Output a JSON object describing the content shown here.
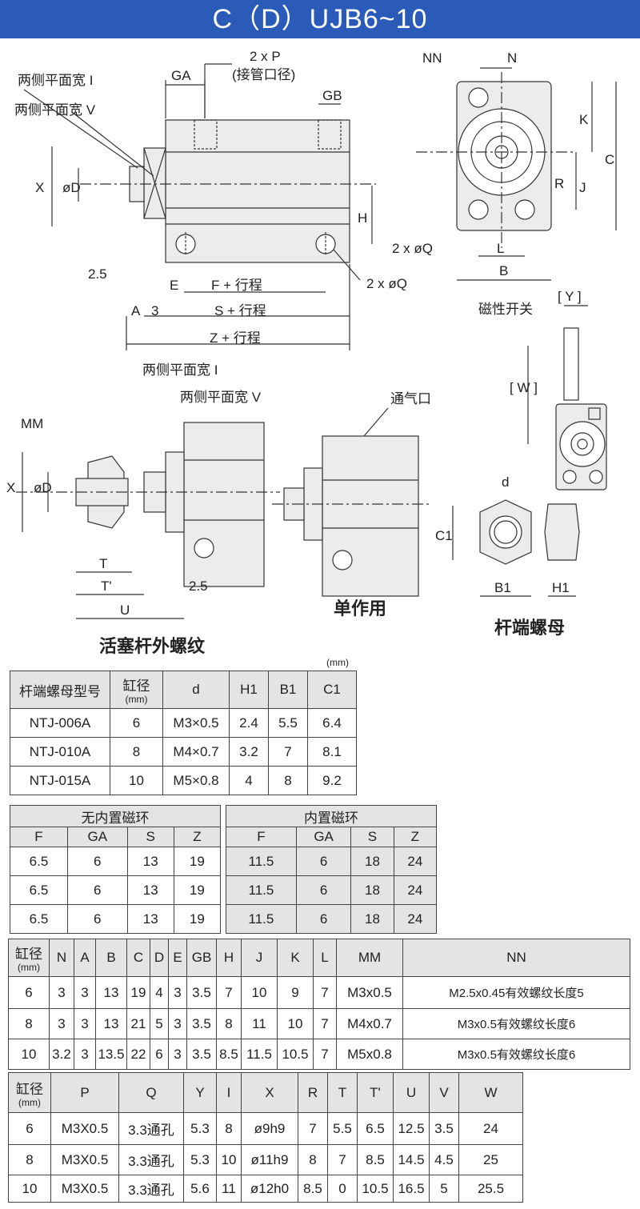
{
  "title": "C（D）UJB6~10",
  "drawing_labels": {
    "flat_i": "两侧平面宽 I",
    "flat_v": "两侧平面宽 V",
    "ga": "GA",
    "p2": "2 x P",
    "port_dia": "(接管口径)",
    "gb": "GB",
    "x": "X",
    "od": "øD",
    "h": "H",
    "dim_25": "2.5",
    "e": "E",
    "f_stroke": "F + 行程",
    "q2": "2 x øQ",
    "a": "A",
    "three": "3",
    "s_stroke": "S + 行程",
    "z_stroke": "Z + 行程",
    "nn": "NN",
    "n": "N",
    "k": "K",
    "c": "C",
    "r": "R",
    "j": "J",
    "q2b": "2 x øQ",
    "l": "L",
    "b": "B",
    "y": "[ Y ]",
    "mag_switch": "磁性开关",
    "w": "[ W ]",
    "mm": "MM",
    "t": "T",
    "tp": "T'",
    "u": "U",
    "vent": "通气口",
    "d": "d",
    "c1": "C1",
    "b1": "B1",
    "h1": "H1",
    "single_action": "单作用",
    "rod_nut": "杆端螺母",
    "piston_thread": "活塞杆外螺纹",
    "mm_unit": "(mm)"
  },
  "nut_table": {
    "headers": [
      "杆端螺母型号",
      "缸径",
      "(mm)",
      "d",
      "H1",
      "B1",
      "C1"
    ],
    "rows": [
      [
        "NTJ-006A",
        "6",
        "M3×0.5",
        "2.4",
        "5.5",
        "6.4"
      ],
      [
        "NTJ-010A",
        "8",
        "M4×0.7",
        "3.2",
        "7",
        "8.1"
      ],
      [
        "NTJ-015A",
        "10",
        "M5×0.8",
        "4",
        "8",
        "9.2"
      ]
    ]
  },
  "ring_table": {
    "group1": "无内置磁环",
    "group2": "内置磁环",
    "cols": [
      "F",
      "GA",
      "S",
      "Z",
      "F",
      "GA",
      "S",
      "Z"
    ],
    "rows": [
      [
        "6.5",
        "6",
        "13",
        "19",
        "11.5",
        "6",
        "18",
        "24"
      ],
      [
        "6.5",
        "6",
        "13",
        "19",
        "11.5",
        "6",
        "18",
        "24"
      ],
      [
        "6.5",
        "6",
        "13",
        "19",
        "11.5",
        "6",
        "18",
        "24"
      ]
    ]
  },
  "dim_table": {
    "bore": "缸径",
    "bore_unit": "(mm)",
    "cols": [
      "N",
      "A",
      "B",
      "C",
      "D",
      "E",
      "GB",
      "H",
      "J",
      "K",
      "L",
      "MM",
      "NN"
    ],
    "rows": [
      [
        "6",
        "3",
        "3",
        "13",
        "19",
        "4",
        "3",
        "3.5",
        "7",
        "10",
        "9",
        "7",
        "M3x0.5",
        "M2.5x0.45有效螺纹长度5"
      ],
      [
        "8",
        "3",
        "3",
        "13",
        "21",
        "5",
        "3",
        "3.5",
        "8",
        "11",
        "10",
        "7",
        "M4x0.7",
        "M3x0.5有效螺纹长度6"
      ],
      [
        "10",
        "3.2",
        "3",
        "13.5",
        "22",
        "6",
        "3",
        "3.5",
        "8.5",
        "11.5",
        "10.5",
        "7",
        "M5x0.8",
        "M3x0.5有效螺纹长度6"
      ]
    ]
  },
  "dim_table2": {
    "bore": "缸径",
    "bore_unit": "(mm)",
    "cols": [
      "P",
      "Q",
      "Y",
      "I",
      "X",
      "R",
      "T",
      "T'",
      "U",
      "V",
      "W"
    ],
    "rows": [
      [
        "6",
        "M3X0.5",
        "3.3通孔",
        "5.3",
        "8",
        "ø9h9",
        "7",
        "5.5",
        "6.5",
        "12.5",
        "3.5",
        "24"
      ],
      [
        "8",
        "M3X0.5",
        "3.3通孔",
        "5.3",
        "10",
        "ø11h9",
        "8",
        "7",
        "8.5",
        "14.5",
        "4.5",
        "25"
      ],
      [
        "10",
        "M3X0.5",
        "3.3通孔",
        "5.6",
        "11",
        "ø12h0",
        "8.5",
        "0",
        "10.5",
        "16.5",
        "5",
        "25.5"
      ]
    ]
  }
}
